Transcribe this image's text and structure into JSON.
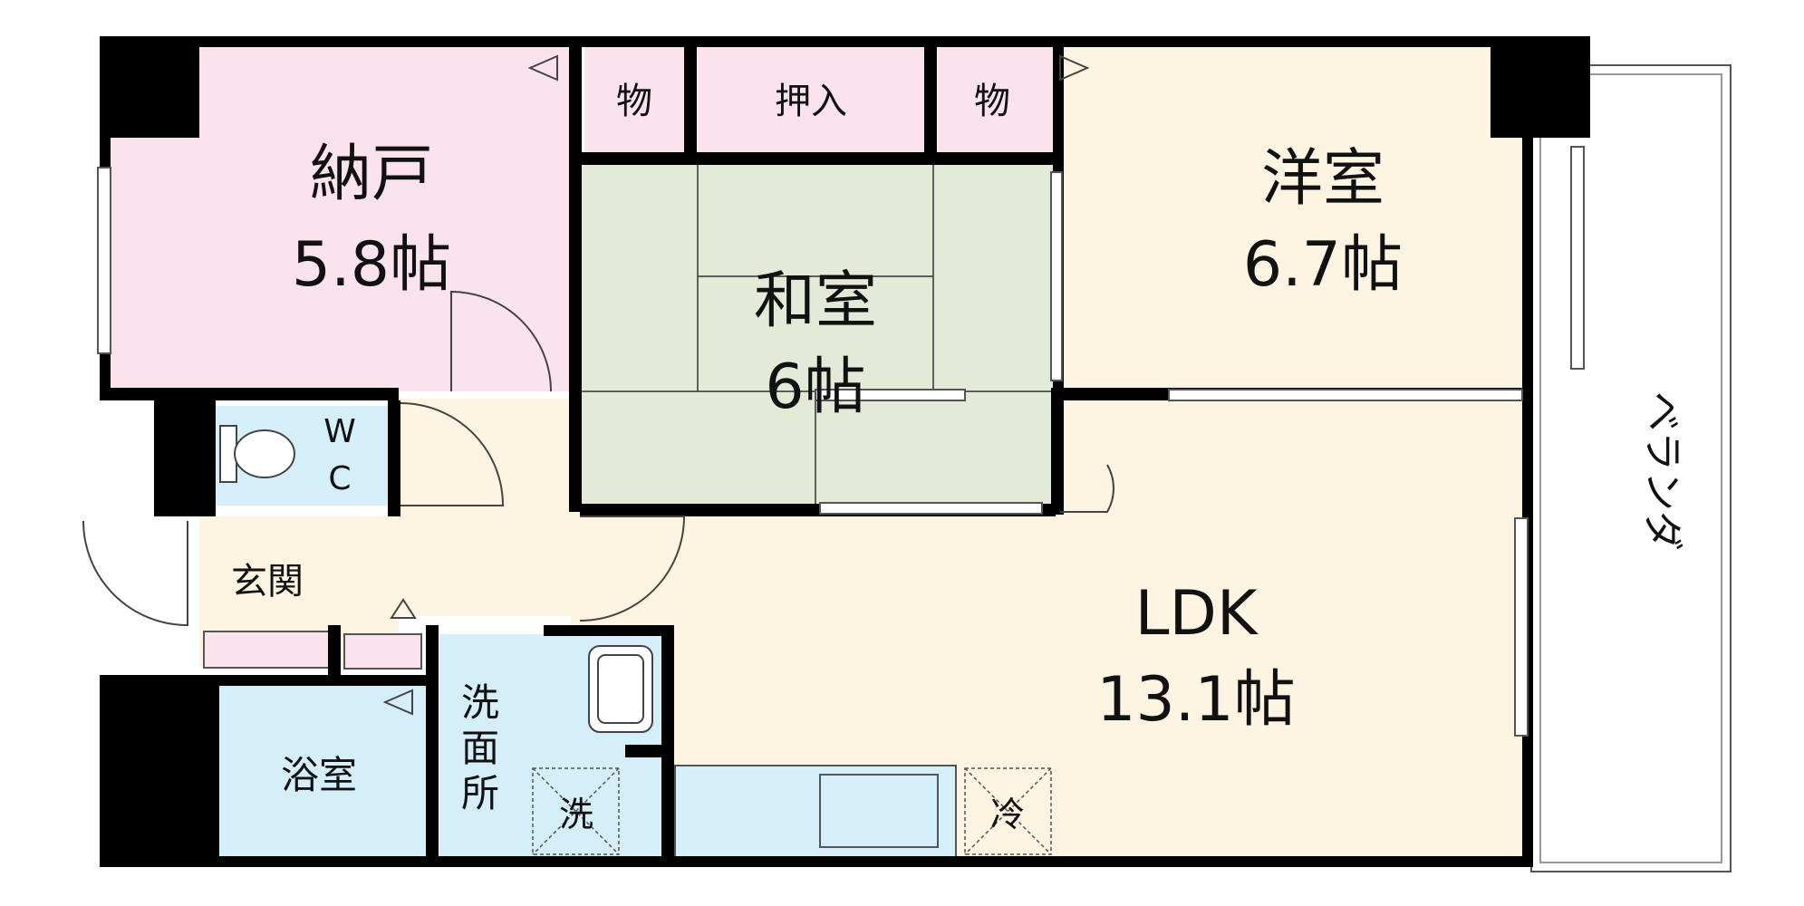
{
  "colors": {
    "wall": "#000000",
    "storage_pink": "#fbe3ee",
    "washitsu_green": "#e3ead8",
    "wood_cream": "#fdf5e2",
    "wet_blue": "#d4eefa",
    "balcony_white": "#ffffff"
  },
  "rooms": {
    "nando": {
      "name": "納戸",
      "size": "5.8帖"
    },
    "washitsu": {
      "name": "和室",
      "size": "6帖"
    },
    "yoshitsu": {
      "name": "洋室",
      "size": "6.7帖"
    },
    "ldk": {
      "name": "LDK",
      "size": "13.1帖"
    },
    "wc": {
      "line1": "W",
      "line2": "C"
    },
    "genkan": {
      "name": "玄関"
    },
    "yokushitsu": {
      "name": "浴室"
    },
    "senmenjo": {
      "char1": "洗",
      "char2": "面",
      "char3": "所"
    },
    "storage_left": {
      "name": "物"
    },
    "oshiire": {
      "name": "押入"
    },
    "storage_right": {
      "name": "物"
    },
    "balcony": {
      "name": "ベランダ"
    }
  },
  "appliance_spaces": {
    "washer": {
      "name": "洗"
    },
    "fridge": {
      "name": "冷"
    }
  }
}
